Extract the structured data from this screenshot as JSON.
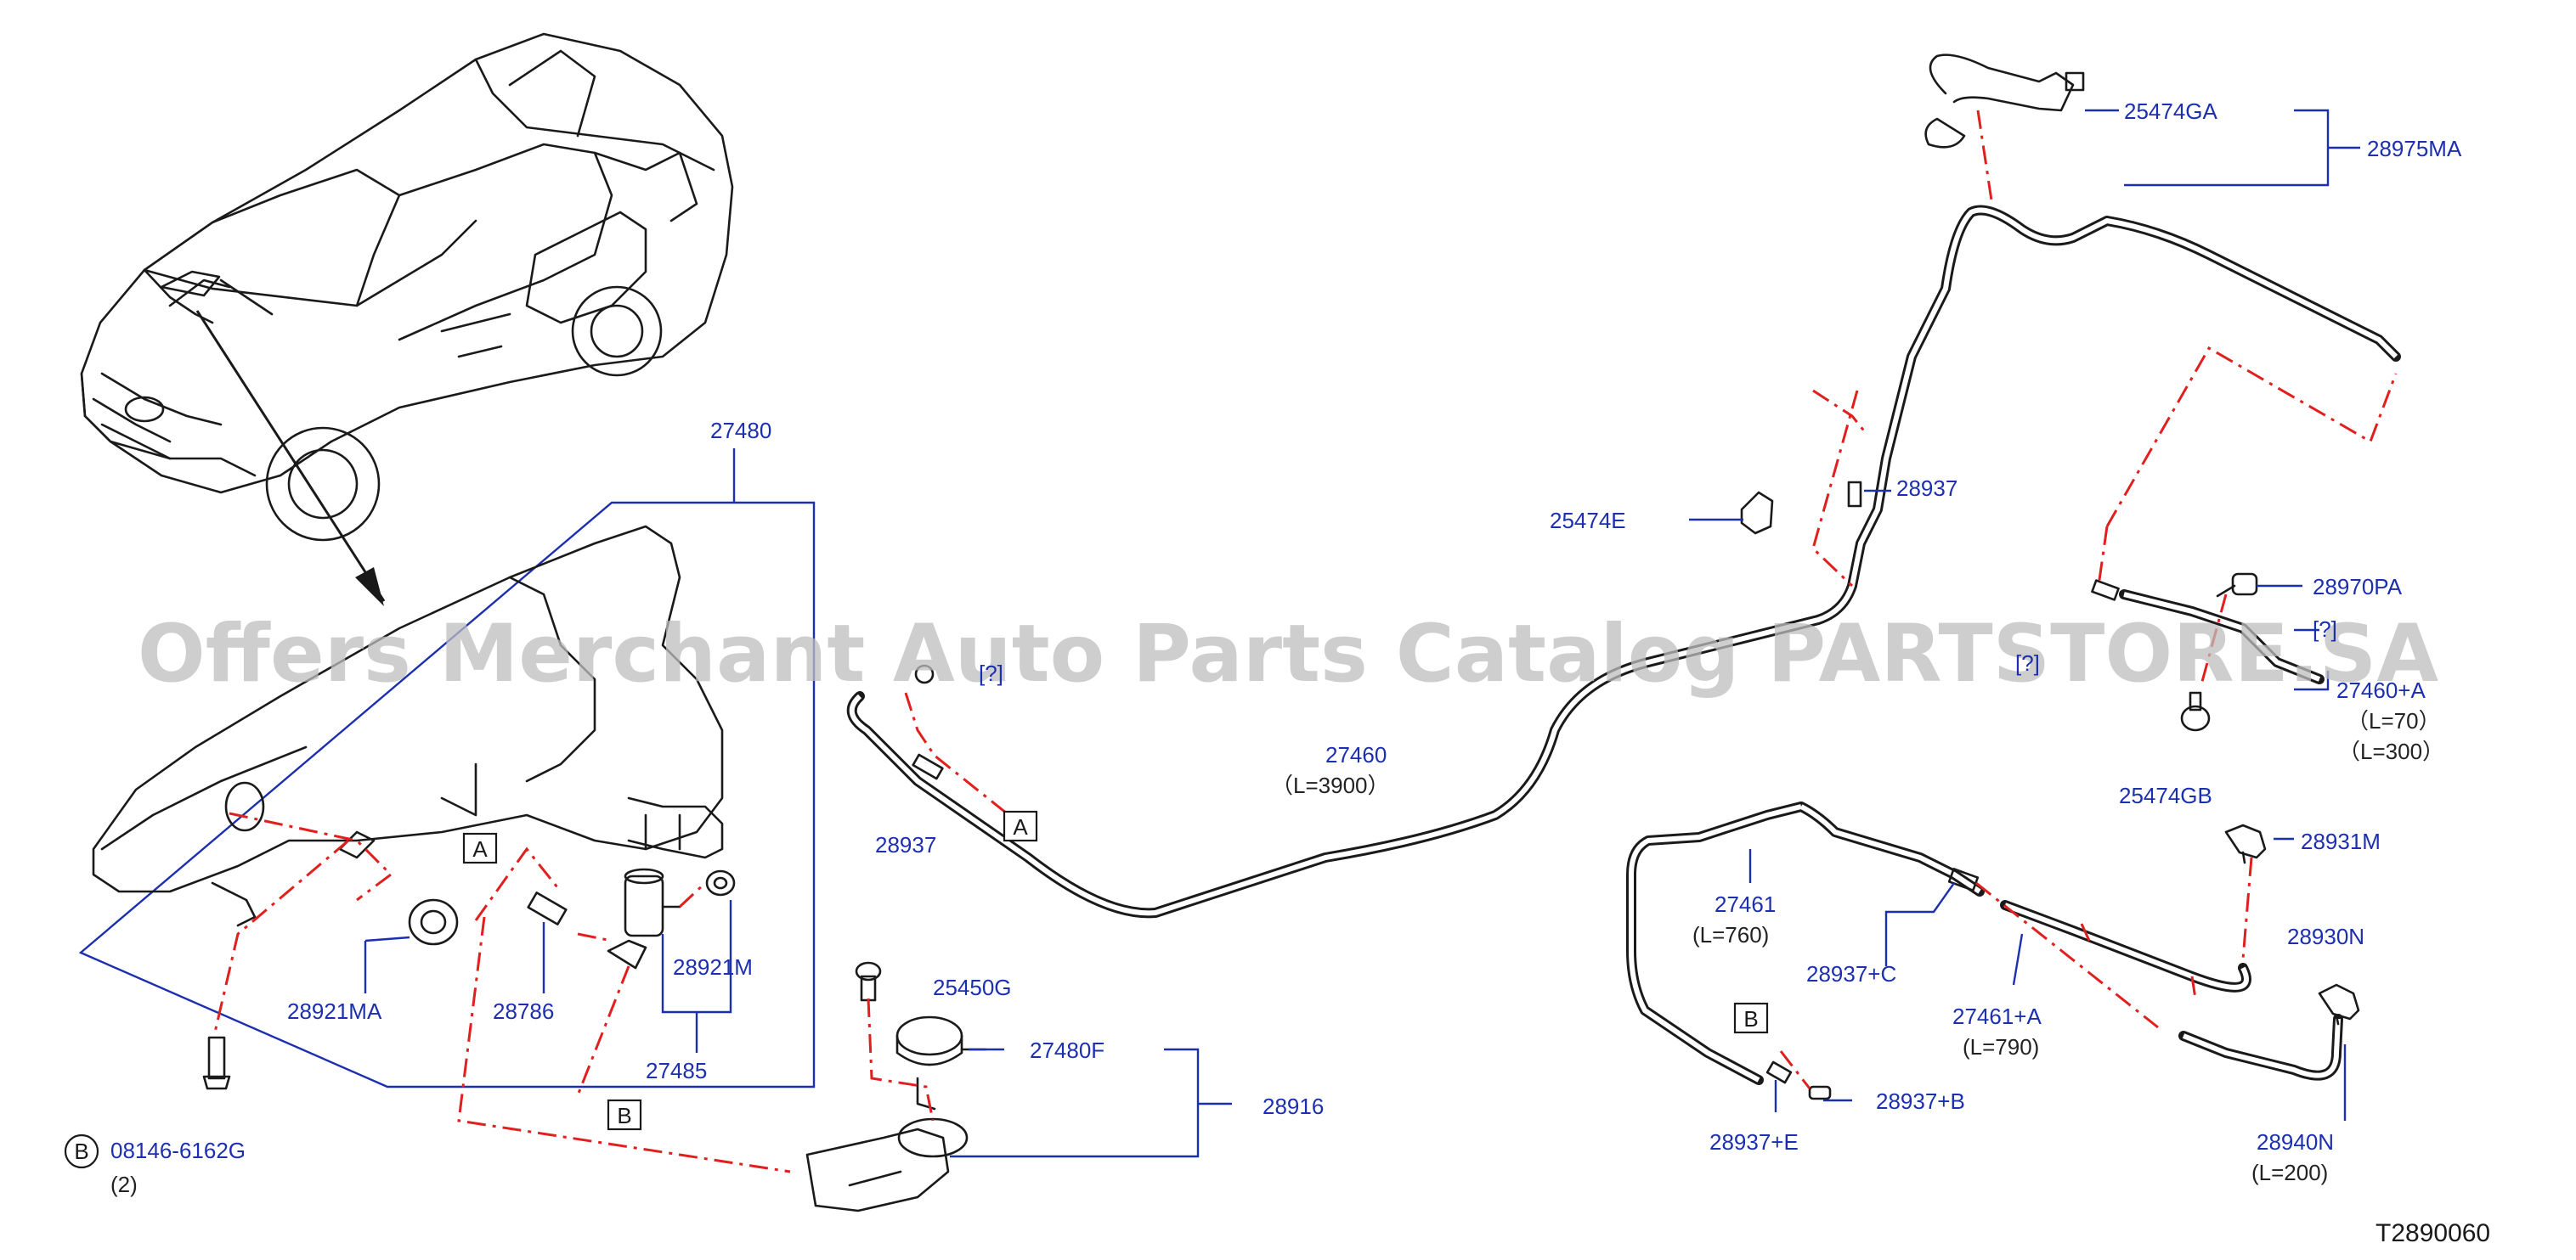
{
  "watermark": "Offers Merchant Auto Parts Catalog PARTSTORE.SA",
  "diagram_code": "T2890060",
  "ref_letters": {
    "a": "A",
    "b": "B"
  },
  "part_labels": {
    "p27480": "27480",
    "p28921MA": "28921MA",
    "p28786": "28786",
    "p28921M": "28921M",
    "p27485": "27485",
    "p08146": "08146-6162G",
    "p08146_qty": "(2)",
    "p25450G": "25450G",
    "p27480F": "27480F",
    "p28916": "28916",
    "p28937_left": "28937",
    "p254xx_left": "[?]",
    "p27460": "27460",
    "p27460_len": "（L=3900）",
    "p25474E": "25474E",
    "p28937_top": "28937",
    "p25474GA": "25474GA",
    "p28975MA": "28975MA",
    "p28970PA": "28970PA",
    "p289xx_A": "[?]",
    "p28937_D": "[?]",
    "p27460A": "27460+A",
    "p27460A_len1": "（L=70）",
    "p27460A_len2": "（L=300）",
    "p25474GB": "25474GB",
    "p28931M": "28931M",
    "p27461": "27461",
    "p27461_len": "(L=760)",
    "p28937C": "28937+C",
    "p27461A": "27461+A",
    "p27461A_len": "(L=790)",
    "p28930N": "28930N",
    "p28937B": "28937+B",
    "p28937E": "28937+E",
    "p28940N": "28940N",
    "p28940N_len": "(L=200)"
  },
  "colors": {
    "label_blue": "#1c2fb0",
    "phantom_red": "#e0201e",
    "line_black": "#1a1a1a",
    "watermark_gray": "#bdbdbd"
  }
}
